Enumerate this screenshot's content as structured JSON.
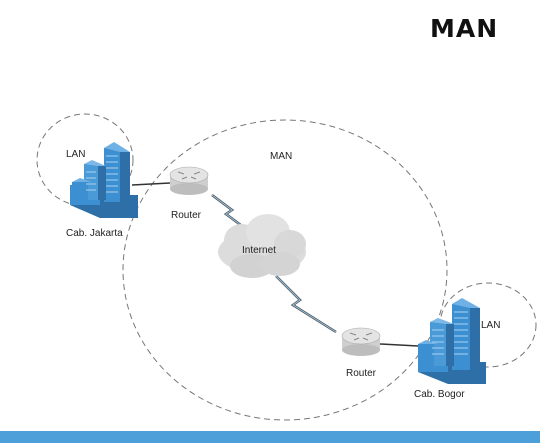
{
  "title": "MAN",
  "labels": {
    "lan_left": "LAN",
    "man": "MAN",
    "router_left": "Router",
    "branch_jakarta": "Cab. Jakarta",
    "internet": "Internet",
    "router_right": "Router",
    "lan_right": "LAN",
    "branch_bogor": "Cab. Bogor"
  },
  "colors": {
    "building": "#3c8fd1",
    "building_dark": "#2d6fa6",
    "router": "#d6d6d6",
    "cloud": "#dcdcdc",
    "accent_bar": "#4c9fd9"
  }
}
